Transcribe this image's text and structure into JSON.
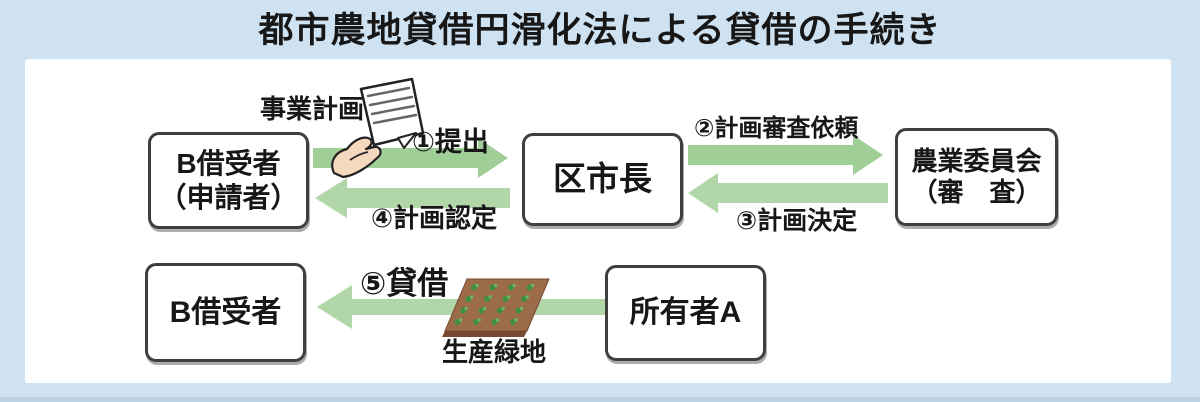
{
  "title": "都市農地貸借円滑化法による貸借の手続き",
  "nodes": {
    "borrower_applicant": {
      "line1": "B借受者",
      "line2": "（申請者）"
    },
    "mayor": {
      "label": "区市長"
    },
    "agricultural_committee": {
      "line1": "農業委員会",
      "line2": "（審　査）"
    },
    "borrower": {
      "label": "B借受者"
    },
    "owner": {
      "label": "所有者A"
    }
  },
  "flow_labels": {
    "business_plan": "事業計画",
    "step1_submit": "①提出",
    "step2_review_request": "②計画審査依頼",
    "step3_plan_decision": "③計画決定",
    "step4_plan_approval": "④計画認定",
    "step5_lease": "⑤貸借",
    "productive_green_land": "生産緑地"
  },
  "icons": {
    "hand_document": "hand-holding-document-icon",
    "farmland": "farmland-plot-icon"
  },
  "colors": {
    "page_background": "#cfe2f1",
    "panel_background": "#ffffff",
    "arrow_green": "#9fce96",
    "arrow_green_light": "#b1d7a8",
    "box_border": "#3f3f3f",
    "text": "#171717",
    "field_brown": "#9c6b4a",
    "field_brown_dark": "#77492e",
    "plant_green": "#3f8f3f",
    "plant_green_light": "#6db75c",
    "skin": "#f6d8bf",
    "bottom_edge": "#bdd2e5"
  }
}
